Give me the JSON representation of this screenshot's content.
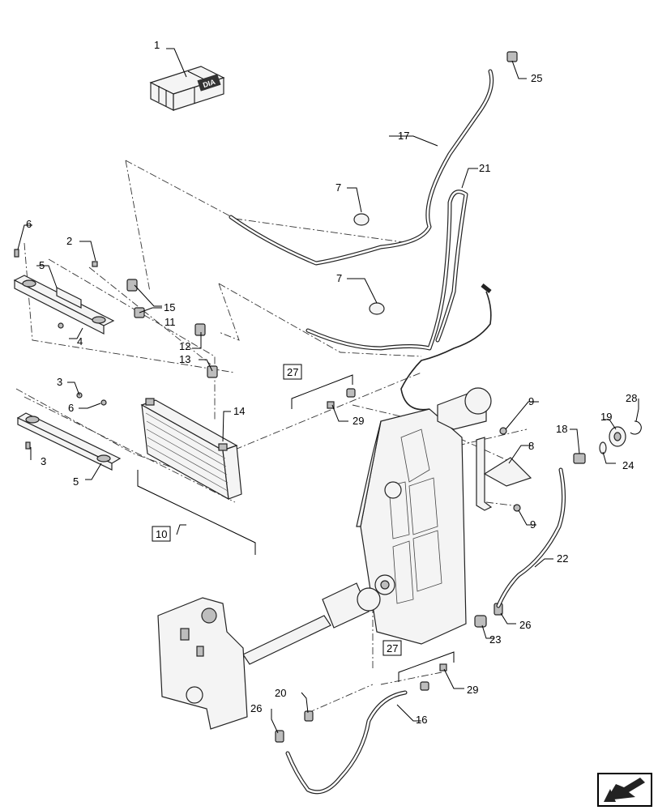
{
  "callouts": [
    {
      "id": "c1",
      "text": "1"
    },
    {
      "id": "c2",
      "text": "2"
    },
    {
      "id": "c3a",
      "text": "3"
    },
    {
      "id": "c3b",
      "text": "3"
    },
    {
      "id": "c4",
      "text": "4"
    },
    {
      "id": "c5a",
      "text": "5"
    },
    {
      "id": "c5b",
      "text": "5"
    },
    {
      "id": "c6a",
      "text": "6"
    },
    {
      "id": "c6b",
      "text": "6"
    },
    {
      "id": "c7a",
      "text": "7"
    },
    {
      "id": "c7b",
      "text": "7"
    },
    {
      "id": "c8",
      "text": "8"
    },
    {
      "id": "c9a",
      "text": "9"
    },
    {
      "id": "c9b",
      "text": "9"
    },
    {
      "id": "c11",
      "text": "11"
    },
    {
      "id": "c12",
      "text": "12"
    },
    {
      "id": "c13",
      "text": "13"
    },
    {
      "id": "c14",
      "text": "14"
    },
    {
      "id": "c15",
      "text": "15"
    },
    {
      "id": "c16",
      "text": "16"
    },
    {
      "id": "c17",
      "text": "17"
    },
    {
      "id": "c18",
      "text": "18"
    },
    {
      "id": "c19",
      "text": "19"
    },
    {
      "id": "c20",
      "text": "20"
    },
    {
      "id": "c21",
      "text": "21"
    },
    {
      "id": "c22",
      "text": "22"
    },
    {
      "id": "c23",
      "text": "23"
    },
    {
      "id": "c24",
      "text": "24"
    },
    {
      "id": "c25",
      "text": "25"
    },
    {
      "id": "c26a",
      "text": "26"
    },
    {
      "id": "c26b",
      "text": "26"
    },
    {
      "id": "c28",
      "text": "28"
    },
    {
      "id": "c29a",
      "text": "29"
    },
    {
      "id": "c29b",
      "text": "29"
    }
  ],
  "boxed_callouts": [
    {
      "id": "b10",
      "text": "10"
    },
    {
      "id": "b27a",
      "text": "27"
    },
    {
      "id": "b27b",
      "text": "27"
    }
  ],
  "kit_box_text": "DIA",
  "nav_icon": "arrow-back-icon"
}
